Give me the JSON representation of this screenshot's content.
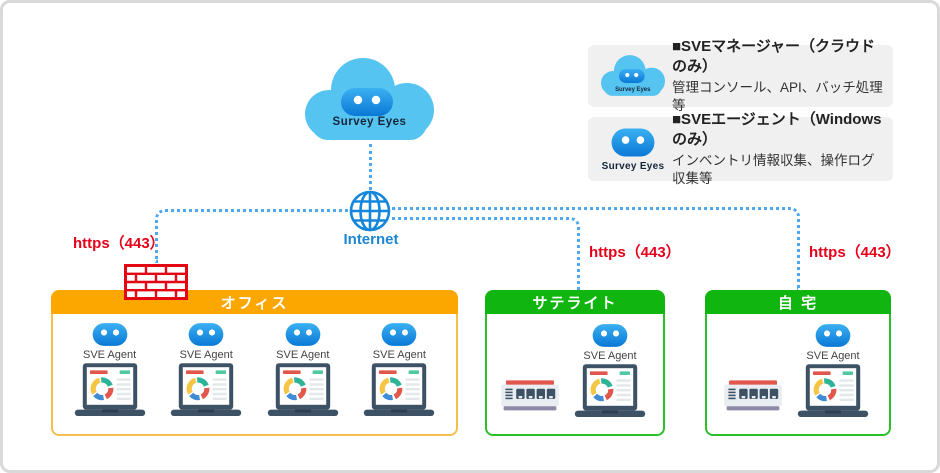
{
  "cloud": {
    "label": "Survey Eyes"
  },
  "internet": {
    "label": "Internet"
  },
  "links": {
    "office": "https（443）",
    "satellite": "https（443）",
    "home": "https（443）"
  },
  "legend": {
    "items": [
      {
        "icon": "sve-manager-cloud-icon",
        "icon_label": "Survey Eyes",
        "title": "■SVEマネージャー（クラウドのみ）",
        "desc": "管理コンソール、API、バッチ処理等"
      },
      {
        "icon": "sve-agent-icon",
        "icon_label": "Survey Eyes",
        "title": "■SVEエージェント（Windows のみ）",
        "desc": "インベントリ情報収集、操作ログ収集等"
      }
    ]
  },
  "zones": {
    "office": {
      "label": "オフィス",
      "agents": [
        "SVE Agent",
        "SVE Agent",
        "SVE Agent",
        "SVE Agent"
      ]
    },
    "satellite": {
      "label": "サテライト",
      "agents": [
        "SVE Agent"
      ]
    },
    "home": {
      "label": "自 宅",
      "agents": [
        "SVE Agent"
      ]
    }
  },
  "colors": {
    "office_orange": "#fba700",
    "zone_green": "#10b510",
    "https_red": "#e50019",
    "firewall_red": "#e30613",
    "line_blue": "#4fa8ef",
    "internet_blue": "#1c86d1",
    "cloud_blue": "#56c4f1",
    "agent_face_blue": "#1787dd",
    "laptop_slate": "#3e5266"
  }
}
